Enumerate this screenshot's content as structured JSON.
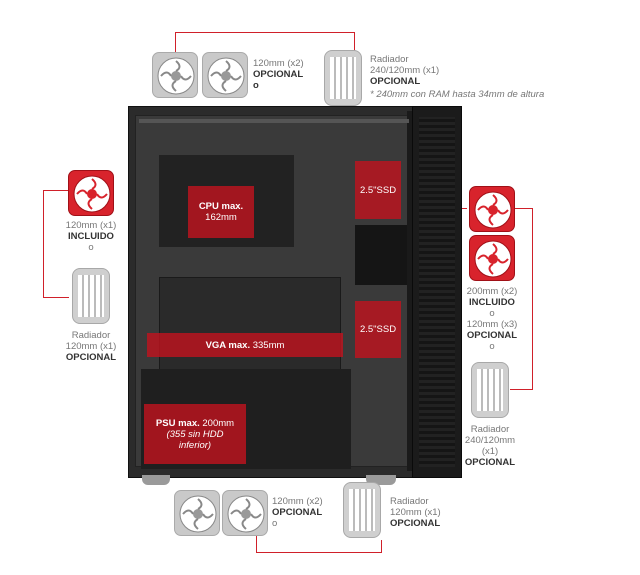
{
  "top_fans": {
    "size": "120mm (x2)",
    "status": "OPCIONAL",
    "or": "o"
  },
  "top_radiator": {
    "title": "Radiador",
    "size": "240/120mm (x1)",
    "status": "OPCIONAL",
    "note": "* 240mm con RAM hasta 34mm de altura"
  },
  "rear_fan": {
    "size": "120mm (x1)",
    "status": "INCLUIDO",
    "or": "o"
  },
  "rear_radiator": {
    "title": "Radiador",
    "size": "120mm (x1)",
    "status": "OPCIONAL"
  },
  "front_fans": {
    "size1": "200mm (x2)",
    "status1": "INCLUIDO",
    "or1": "o",
    "size2": "120mm (x3)",
    "status2": "OPCIONAL",
    "or2": "o"
  },
  "front_radiator": {
    "title": "Radiador",
    "size": "240/120mm",
    "count": "(x1)",
    "status": "OPCIONAL"
  },
  "bottom_fans": {
    "size": "120mm (x2)",
    "status": "OPCIONAL",
    "or": "o"
  },
  "bottom_radiator": {
    "title": "Radiador",
    "size": "120mm (x1)",
    "status": "OPCIONAL"
  },
  "zones": {
    "cpu_label": "CPU max.",
    "cpu_value": "162mm",
    "vga_label": "VGA max.",
    "vga_value": "335mm",
    "psu_label": "PSU max.",
    "psu_value": "200mm",
    "psu_note": "(355 sin HDD inferior)",
    "ssd1": "2.5\"SSD",
    "ssd2": "2.5\"SSD"
  },
  "colors": {
    "accent": "#d0202a",
    "fan_gray": "#c9c9c9"
  }
}
